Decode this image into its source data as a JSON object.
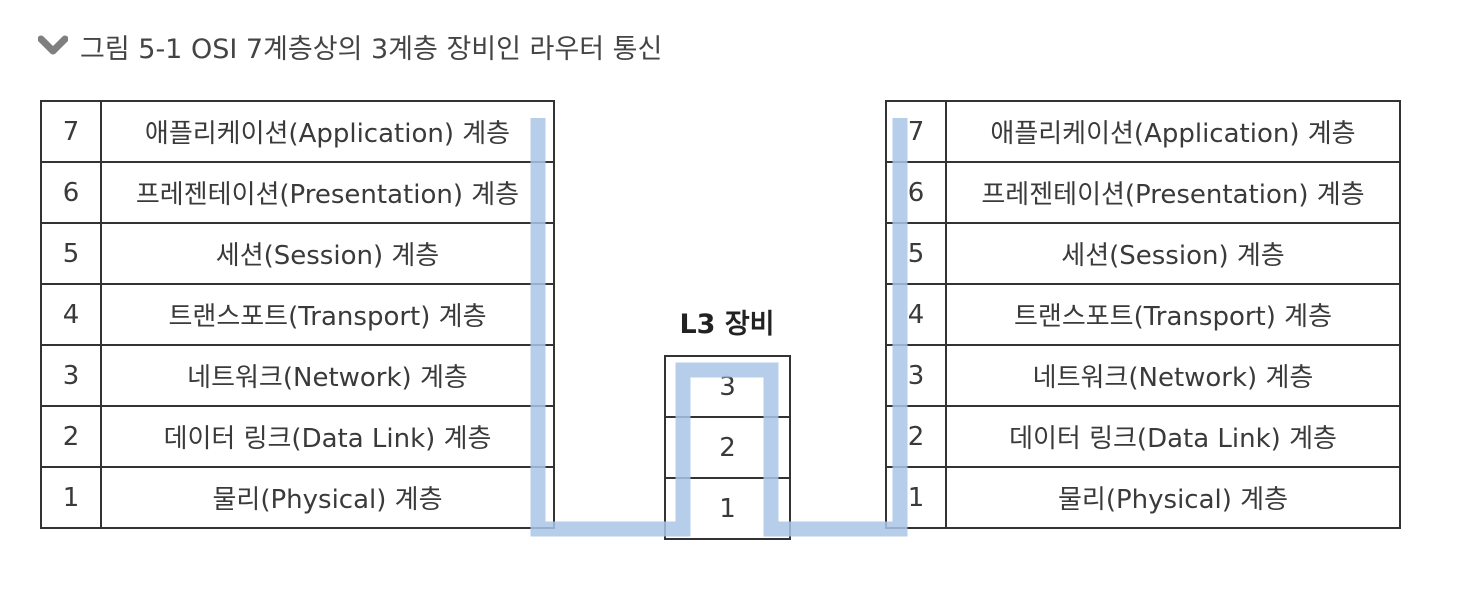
{
  "figure": {
    "title": "그림 5-1 OSI 7계층상의 3계층 장비인 라우터 통신",
    "icon": "chevron-down-icon",
    "flow_color": "#a9c6e6"
  },
  "left_host": {
    "layers": [
      {
        "num": "7",
        "name": "애플리케이션(Application) 계층"
      },
      {
        "num": "6",
        "name": "프레젠테이션(Presentation) 계층"
      },
      {
        "num": "5",
        "name": "세션(Session) 계층"
      },
      {
        "num": "4",
        "name": "트랜스포트(Transport) 계층"
      },
      {
        "num": "3",
        "name": "네트워크(Network) 계층"
      },
      {
        "num": "2",
        "name": "데이터 링크(Data Link) 계층"
      },
      {
        "num": "1",
        "name": "물리(Physical) 계층"
      }
    ]
  },
  "l3_device": {
    "label": "L3 장비",
    "layers": [
      "3",
      "2",
      "1"
    ]
  },
  "right_host": {
    "layers": [
      {
        "num": "7",
        "name": "애플리케이션(Application) 계층"
      },
      {
        "num": "6",
        "name": "프레젠테이션(Presentation) 계층"
      },
      {
        "num": "5",
        "name": "세션(Session) 계층"
      },
      {
        "num": "4",
        "name": "트랜스포트(Transport) 계층"
      },
      {
        "num": "3",
        "name": "네트워크(Network) 계층"
      },
      {
        "num": "2",
        "name": "데이터 링크(Data Link) 계층"
      },
      {
        "num": "1",
        "name": "물리(Physical) 계층"
      }
    ]
  }
}
